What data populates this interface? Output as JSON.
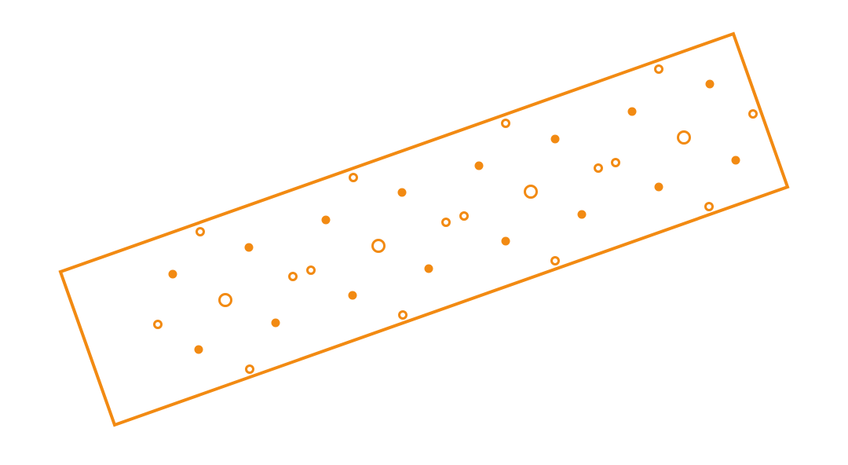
{
  "colors": {
    "accent": "#F28A12",
    "background": "#FFFFFF"
  },
  "shapes": {
    "frame": "rotated-rectangle",
    "marker_types": [
      "solid-dot",
      "small-ring",
      "large-ring"
    ]
  }
}
